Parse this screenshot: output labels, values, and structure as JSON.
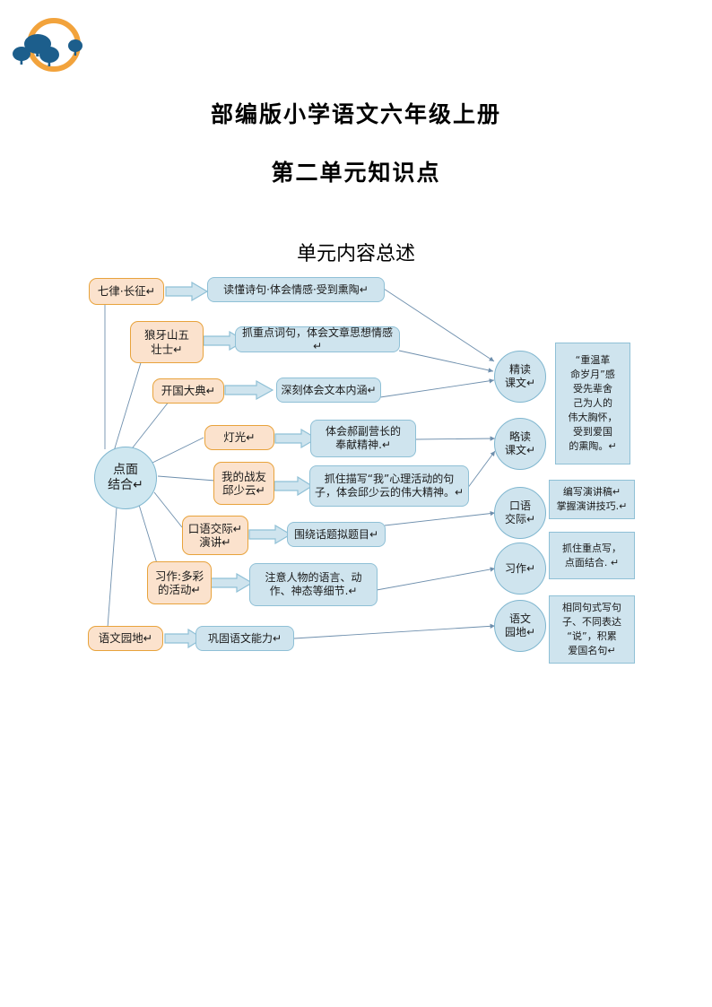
{
  "document": {
    "logo": {
      "name": "trees-in-circle-logo",
      "ring_color": "#F2A33C",
      "tree_color": "#1C5E8C"
    },
    "title_line1": "部编版小学语文六年级上册",
    "title_line2": "第二单元知识点",
    "subtitle": "单元内容总述"
  },
  "colors": {
    "orange_fill": "#FBE2CD",
    "orange_border": "#E8A33C",
    "blue_fill": "#CFE4EE",
    "blue_border": "#8FC0D6",
    "line": "#6E8FAD"
  },
  "diagram": {
    "center_node": "点面\n结合↵",
    "center_node_l1": "点面",
    "center_node_l2": "结合↵",
    "lessons": [
      {
        "id": "lesson-qilv-changzheng",
        "label": "七律·长征↵"
      },
      {
        "id": "lesson-langyashan",
        "label_l1": "狼牙山五",
        "label_l2": "壮士↵"
      },
      {
        "id": "lesson-kaiguodadian",
        "label": "开国大典↵"
      },
      {
        "id": "lesson-dengguang",
        "label": "灯光↵"
      },
      {
        "id": "lesson-qiushaoyun",
        "label_l1": "我的战友",
        "label_l2": "邱少云↵"
      },
      {
        "id": "lesson-kouyujiaoji-yanjiang",
        "label_l1": "口语交际↵",
        "label_l2": "演讲↵"
      },
      {
        "id": "lesson-xizuo-duocai",
        "label_l1": "习作:多彩",
        "label_l2": "的活动↵"
      },
      {
        "id": "lesson-yuwenyuandi",
        "label": "语文园地↵"
      }
    ],
    "points": [
      {
        "id": "point-poem",
        "label": "读懂诗句·体会情感·受到熏陶↵"
      },
      {
        "id": "point-keywords",
        "label": "抓重点词句，体会文章思想情感↵"
      },
      {
        "id": "point-textmeaning",
        "label": "深刻体会文本内涵↵"
      },
      {
        "id": "point-haofuyingzhang",
        "label_l1": "体会郝副营长的",
        "label_l2": "奉献精神.↵"
      },
      {
        "id": "point-psychology",
        "label_l1": "抓住描写“我”心理活动的句",
        "label_l2": "子，体会邱少云的伟大精神。↵"
      },
      {
        "id": "point-topictitle",
        "label": "围绕话题拟题目↵"
      },
      {
        "id": "point-details",
        "label_l1": "注意人物的语言、动",
        "label_l2": "作、神态等细节.↵"
      },
      {
        "id": "point-consolidate",
        "label": "巩固语文能力↵"
      }
    ],
    "categories": [
      {
        "id": "cat-jingdu",
        "label_l1": "精读",
        "label_l2": "课文↵"
      },
      {
        "id": "cat-luedu",
        "label_l1": "略读",
        "label_l2": "课文↵"
      },
      {
        "id": "cat-kouyu",
        "label_l1": "口语",
        "label_l2": "交际↵"
      },
      {
        "id": "cat-xizuo",
        "label": "习作↵"
      },
      {
        "id": "cat-yuandi",
        "label_l1": "语文",
        "label_l2": "园地↵"
      }
    ],
    "outcomes": [
      {
        "id": "outcome-reading",
        "lines": [
          "“重温革",
          "命岁月”感",
          "受先辈舍",
          "己为人的",
          "伟大胸怀，",
          "受到爱国",
          "的熏陶。↵"
        ]
      },
      {
        "id": "outcome-speech",
        "lines": [
          "编写演讲稿↵",
          "掌握演讲技巧.↵"
        ]
      },
      {
        "id": "outcome-writing",
        "lines": [
          "抓住重点写，",
          "点面结合. ↵"
        ]
      },
      {
        "id": "outcome-garden",
        "lines": [
          "相同句式写句",
          "子、不同表达",
          "“说”，积累",
          "爱国名句↵"
        ]
      }
    ]
  }
}
